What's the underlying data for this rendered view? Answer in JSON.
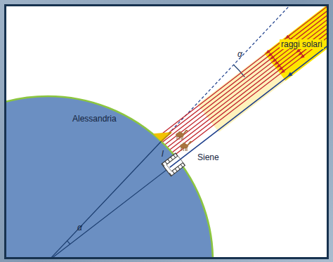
{
  "diagram": {
    "labels": [
      "raggi solari",
      "α",
      "Alessandria",
      "l",
      "Siene",
      "α"
    ]
  }
}
